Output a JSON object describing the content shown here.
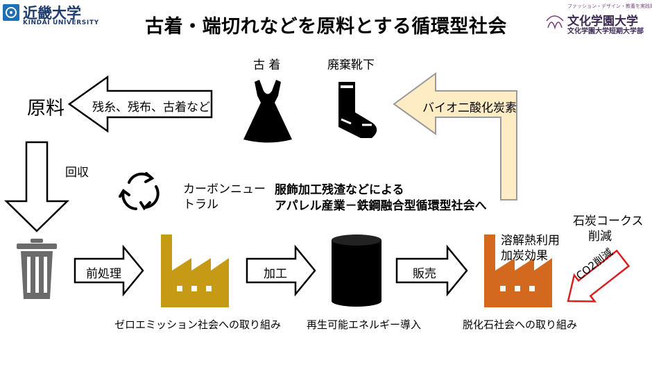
{
  "title": "古着・端切れなどを原料とする循環型社会",
  "logos": {
    "left": {
      "jp": "近畿大学",
      "en": "KINDAI UNIVERSITY"
    },
    "right": {
      "tagline": "ファッション・デザイン・教養を実践的に学ぶ",
      "name": "文化学園大学",
      "sub": "文化学園大学短期大学部"
    }
  },
  "items": {
    "old_clothes": "古 着",
    "waste_socks": "廃棄靴下",
    "raw_material": "原料",
    "arrow_scraps": "残糸、残布、古着など",
    "bio_co2": "バイオ二酸化炭素",
    "collection": "回収",
    "carbon_neutral": "カーボンニュートラル",
    "headline_line1": "服飾加工残渣などによる",
    "headline_line2": "アパレル産業－鉄鋼融合型循環型社会へ",
    "pretreatment": "前処理",
    "processing": "加工",
    "sales": "販売",
    "coke_reduction_1": "石炭コークス",
    "coke_reduction_2": "削減",
    "heat_use_1": "溶解熱利用",
    "heat_use_2": "加炭効果",
    "co2_reduction": "CO2削減",
    "zero_emission": "ゼロエミッション社会への取り組み",
    "renewable": "再生可能エネルギー導入",
    "decarbon": "脱化石社会への取り組み"
  },
  "colors": {
    "factory_gold": "#c79a16",
    "factory_orange": "#d2691e",
    "bio_arrow_fill": "#fdecc4",
    "co2_arrow_red": "#d62020",
    "trash_gray": "#6b6b6b"
  }
}
